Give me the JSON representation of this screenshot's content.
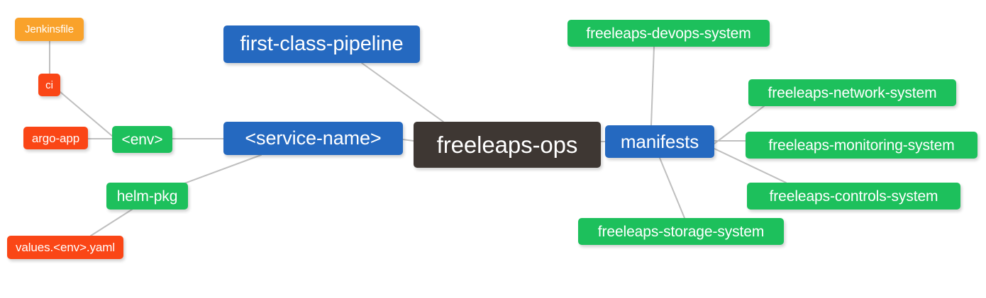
{
  "diagram": {
    "type": "mind-map",
    "background": "#ffffff",
    "edge_color": "#bfbfbf",
    "palette": {
      "root": "#3E3733",
      "blue": "#2569C0",
      "green": "#1DC05C",
      "orange": "#F9A22B",
      "red": "#FA4616"
    },
    "root": {
      "label": "freeleaps-ops"
    },
    "nodes": {
      "pipeline": {
        "label": "first-class-pipeline"
      },
      "service": {
        "label": "<service-name>"
      },
      "manifests": {
        "label": "manifests"
      },
      "env": {
        "label": "<env>"
      },
      "helm": {
        "label": "helm-pkg"
      },
      "jenkinsfile": {
        "label": "Jenkinsfile"
      },
      "ci": {
        "label": "ci"
      },
      "argo": {
        "label": "argo-app"
      },
      "values": {
        "label": "values.<env>.yaml"
      },
      "devops": {
        "label": "freeleaps-devops-system"
      },
      "network": {
        "label": "freeleaps-network-system"
      },
      "monitoring": {
        "label": "freeleaps-monitoring-system"
      },
      "controls": {
        "label": "freeleaps-controls-system"
      },
      "storage": {
        "label": "freeleaps-storage-system"
      }
    },
    "edges": [
      {
        "from": "root",
        "to": "service"
      },
      {
        "from": "root",
        "to": "manifests"
      },
      {
        "from": "root",
        "to": "pipeline"
      },
      {
        "from": "service",
        "to": "env"
      },
      {
        "from": "service",
        "to": "helm"
      },
      {
        "from": "env",
        "to": "argo"
      },
      {
        "from": "env",
        "to": "ci"
      },
      {
        "from": "ci",
        "to": "jenkinsfile"
      },
      {
        "from": "helm",
        "to": "values"
      },
      {
        "from": "manifests",
        "to": "devops"
      },
      {
        "from": "manifests",
        "to": "network"
      },
      {
        "from": "manifests",
        "to": "monitoring"
      },
      {
        "from": "manifests",
        "to": "controls"
      },
      {
        "from": "manifests",
        "to": "storage"
      }
    ]
  }
}
